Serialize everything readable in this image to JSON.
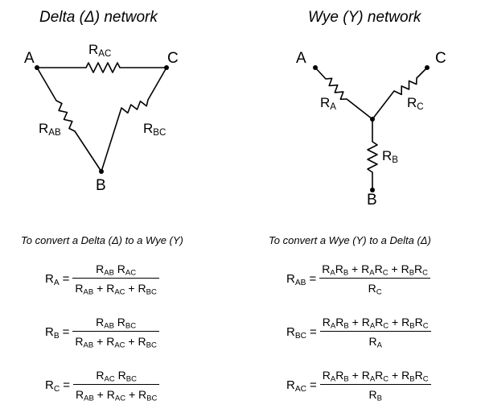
{
  "delta": {
    "title": "Delta (Δ) network",
    "nodes": {
      "a": "A",
      "b": "B",
      "c": "C"
    },
    "resistors": {
      "ac": "R",
      "ac_sub": "AC",
      "ab": "R",
      "ab_sub": "AB",
      "bc": "R",
      "bc_sub": "BC"
    }
  },
  "wye": {
    "title": "Wye (Y) network",
    "nodes": {
      "a": "A",
      "b": "B",
      "c": "C"
    },
    "resistors": {
      "a": "R",
      "a_sub": "A",
      "b": "R",
      "b_sub": "B",
      "c": "R",
      "c_sub": "C"
    }
  },
  "delta_to_wye": {
    "caption": "To convert a Delta (Δ) to a Wye (Y)",
    "equations": [
      {
        "lhs": "R",
        "lhs_sub": "A",
        "num": [
          [
            "R",
            "AB"
          ],
          [
            " R",
            "AC"
          ]
        ],
        "den": [
          [
            "R",
            "AB"
          ],
          [
            " + R",
            "AC"
          ],
          [
            " + R",
            "BC"
          ]
        ]
      },
      {
        "lhs": "R",
        "lhs_sub": "B",
        "num": [
          [
            "R",
            "AB"
          ],
          [
            " R",
            "BC"
          ]
        ],
        "den": [
          [
            "R",
            "AB"
          ],
          [
            " + R",
            "AC"
          ],
          [
            " + R",
            "BC"
          ]
        ]
      },
      {
        "lhs": "R",
        "lhs_sub": "C",
        "num": [
          [
            "R",
            "AC"
          ],
          [
            " R",
            "BC"
          ]
        ],
        "den": [
          [
            "R",
            "AB"
          ],
          [
            " + R",
            "AC"
          ],
          [
            " + R",
            "BC"
          ]
        ]
      }
    ]
  },
  "wye_to_delta": {
    "caption": "To convert a Wye (Y) to a Delta (Δ)",
    "equations": [
      {
        "lhs": "R",
        "lhs_sub": "AB",
        "num": [
          [
            "R",
            "A"
          ],
          [
            "R",
            "B"
          ],
          [
            " + R",
            "A"
          ],
          [
            "R",
            "C"
          ],
          [
            " + R",
            "B"
          ],
          [
            "R",
            "C"
          ]
        ],
        "den": [
          [
            "R",
            "C"
          ]
        ]
      },
      {
        "lhs": "R",
        "lhs_sub": "BC",
        "num": [
          [
            "R",
            "A"
          ],
          [
            "R",
            "B"
          ],
          [
            " + R",
            "A"
          ],
          [
            "R",
            "C"
          ],
          [
            " + R",
            "B"
          ],
          [
            "R",
            "C"
          ]
        ],
        "den": [
          [
            "R",
            "A"
          ]
        ]
      },
      {
        "lhs": "R",
        "lhs_sub": "AC",
        "num": [
          [
            "R",
            "A"
          ],
          [
            "R",
            "B"
          ],
          [
            " + R",
            "A"
          ],
          [
            "R",
            "C"
          ],
          [
            " + R",
            "B"
          ],
          [
            "R",
            "C"
          ]
        ],
        "den": [
          [
            "R",
            "B"
          ]
        ]
      }
    ]
  },
  "colors": {
    "ink": "#000000",
    "background": "#ffffff"
  }
}
